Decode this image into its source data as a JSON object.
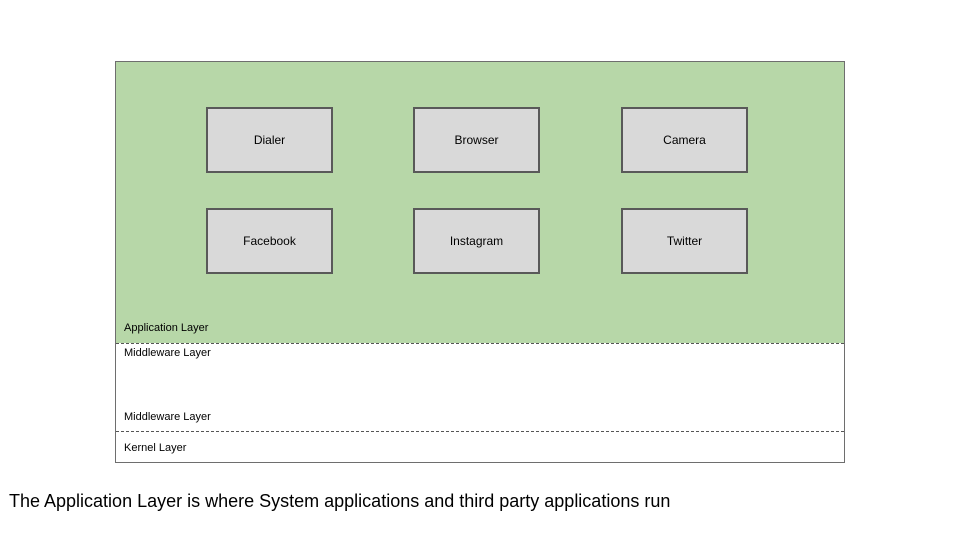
{
  "diagram": {
    "application_layer": {
      "label": "Application Layer",
      "color": "#b7d7a8",
      "apps": [
        {
          "label": "Dialer"
        },
        {
          "label": "Browser"
        },
        {
          "label": "Camera"
        },
        {
          "label": "Facebook"
        },
        {
          "label": "Instagram"
        },
        {
          "label": "Twitter"
        }
      ]
    },
    "middleware_layer": {
      "top_label": "Middleware Layer",
      "bottom_label": "Middleware Layer"
    },
    "kernel_layer": {
      "label": "Kernel Layer"
    }
  },
  "caption": "The Application Layer is where System applications and third party applications run"
}
